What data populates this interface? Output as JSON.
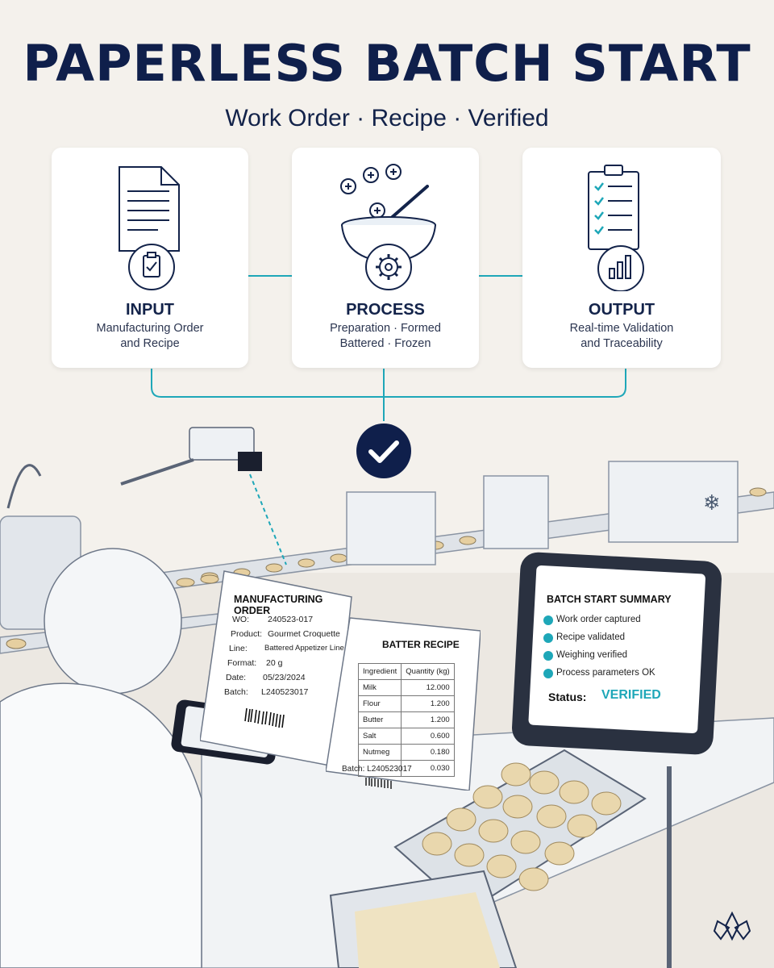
{
  "header": {
    "title": "PAPERLESS BATCH START",
    "subtitle": "Work Order · Recipe · Verified"
  },
  "colors": {
    "navy": "#0f1f4b",
    "teal": "#1ea7b8",
    "background": "#f4f1ec",
    "card": "#ffffff"
  },
  "steps": [
    {
      "title": "INPUT",
      "line1": "Manufacturing Order",
      "line2": "and Recipe",
      "icon": "document-clipboard-icon"
    },
    {
      "title": "PROCESS",
      "line1": "Preparation · Formed",
      "line2": "Battered · Frozen",
      "icon": "mixing-bowl-gear-icon"
    },
    {
      "title": "OUTPUT",
      "line1": "Real-time Validation",
      "line2": "and Traceability",
      "icon": "checklist-chart-icon"
    }
  ],
  "manufacturing_order": {
    "title": "MANUFACTURING ORDER",
    "rows": [
      {
        "label": "WO:",
        "value": "240523-017"
      },
      {
        "label": "Product:",
        "value": "Gourmet Croquette"
      },
      {
        "label": "Line:",
        "value": "Battered Appetizer Line"
      },
      {
        "label": "Format:",
        "value": "20 g"
      },
      {
        "label": "Date:",
        "value": "05/23/2024"
      },
      {
        "label": "Batch:",
        "value": "L240523017"
      }
    ]
  },
  "batter_recipe": {
    "title": "BATTER RECIPE",
    "headers": [
      "Ingredient",
      "Quantity (kg)"
    ],
    "rows": [
      [
        "Milk",
        "12.000"
      ],
      [
        "Flour",
        "1.200"
      ],
      [
        "Butter",
        "1.200"
      ],
      [
        "Salt",
        "0.600"
      ],
      [
        "Nutmeg",
        "0.180"
      ],
      [
        "",
        "0.030"
      ]
    ],
    "batch": "Batch: L240523017"
  },
  "batch_summary": {
    "title": "BATCH START SUMMARY",
    "items": [
      "Work order captured",
      "Recipe validated",
      "Weighing verified",
      "Process parameters OK"
    ],
    "status_label": "Status:",
    "status_value": "VERIFIED"
  }
}
